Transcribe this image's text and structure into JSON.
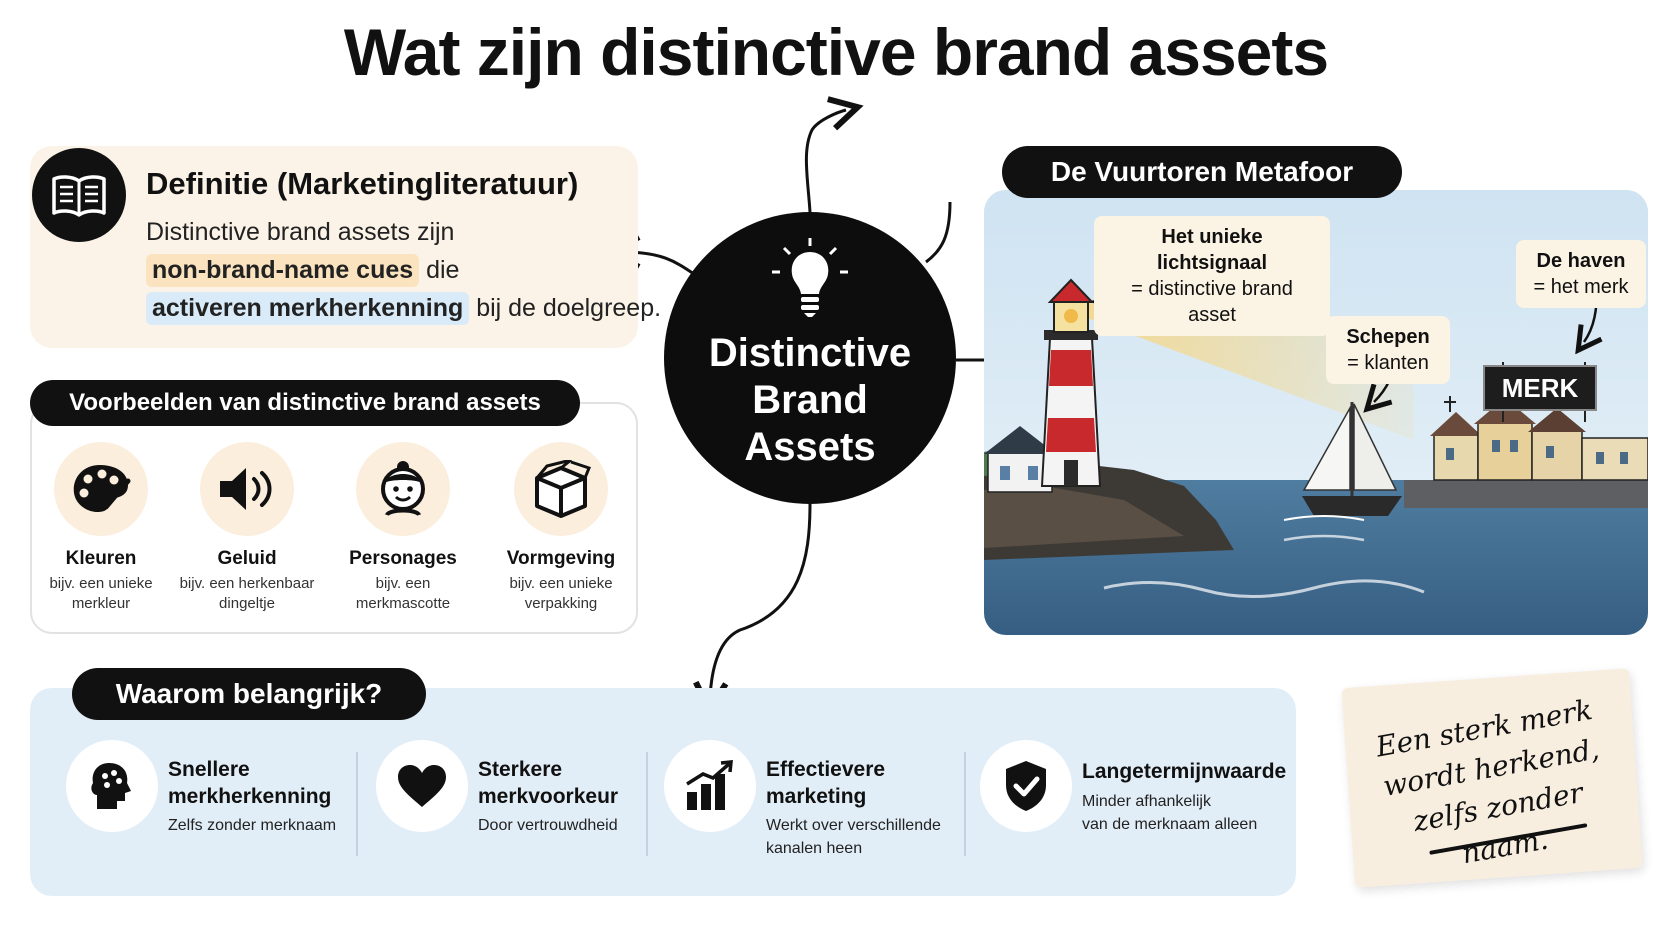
{
  "title": "Wat zijn distinctive  brand assets",
  "definition": {
    "title": "Definitie (Marketingliteratuur)",
    "line1": "Distinctive brand assets zijn",
    "highlight1": "non-brand-name cues",
    "after1": " die",
    "highlight2": "activeren merkherkenning",
    "after2": " bij de doelgreep.",
    "icon": "book-icon"
  },
  "center": {
    "line1": "Distinctive",
    "line2": "Brand",
    "line3": "Assets",
    "icon": "lightbulb-icon"
  },
  "examples": {
    "title": "Voorbeelden van distinctive brand assets",
    "items": [
      {
        "label": "Kleuren",
        "sub": "bijv. een unieke merkleur",
        "icon": "palette-icon"
      },
      {
        "label": "Geluid",
        "sub": "bijv. een herkenbaar dingeltje",
        "icon": "speaker-icon"
      },
      {
        "label": "Personages",
        "sub": "bijv. een merkmascotte",
        "icon": "mascot-icon"
      },
      {
        "label": "Vormgeving",
        "sub": "bijv. een unieke verpakking",
        "icon": "package-icon"
      }
    ]
  },
  "metaphor": {
    "title": "De Vuurtoren Metafoor",
    "callout_light_1": "Het unieke lichtsignaal",
    "callout_light_2": "= distinctive brand asset",
    "callout_ships_1": "Schepen",
    "callout_ships_2": "= klanten",
    "callout_harbor_1": "De haven",
    "callout_harbor_2": "= het merk",
    "sign": "MERK"
  },
  "why": {
    "title": "Waarom belangrijk?",
    "items": [
      {
        "title_1": "Snellere",
        "title_2": "merkherkenning",
        "sub_1": "Zelfs zonder merknaam",
        "sub_2": "",
        "icon": "brain-icon"
      },
      {
        "title_1": "Sterkere",
        "title_2": "merkvoorkeur",
        "sub_1": "Door vertrouwdheid",
        "sub_2": "",
        "icon": "heart-icon"
      },
      {
        "title_1": "Effectievere",
        "title_2": "marketing",
        "sub_1": "Werkt over verschillende",
        "sub_2": "kanalen heen",
        "icon": "bar-chart-icon"
      },
      {
        "title_1": "Langetermijnwaarde",
        "title_2": "",
        "sub_1": "Minder afhankelijk",
        "sub_2": "van de merknaam alleen",
        "icon": "shield-check-icon"
      }
    ]
  },
  "note": {
    "line1": "Een sterk merk",
    "line2": "wordt herkend,",
    "line3": "zelfs zonder naam."
  }
}
